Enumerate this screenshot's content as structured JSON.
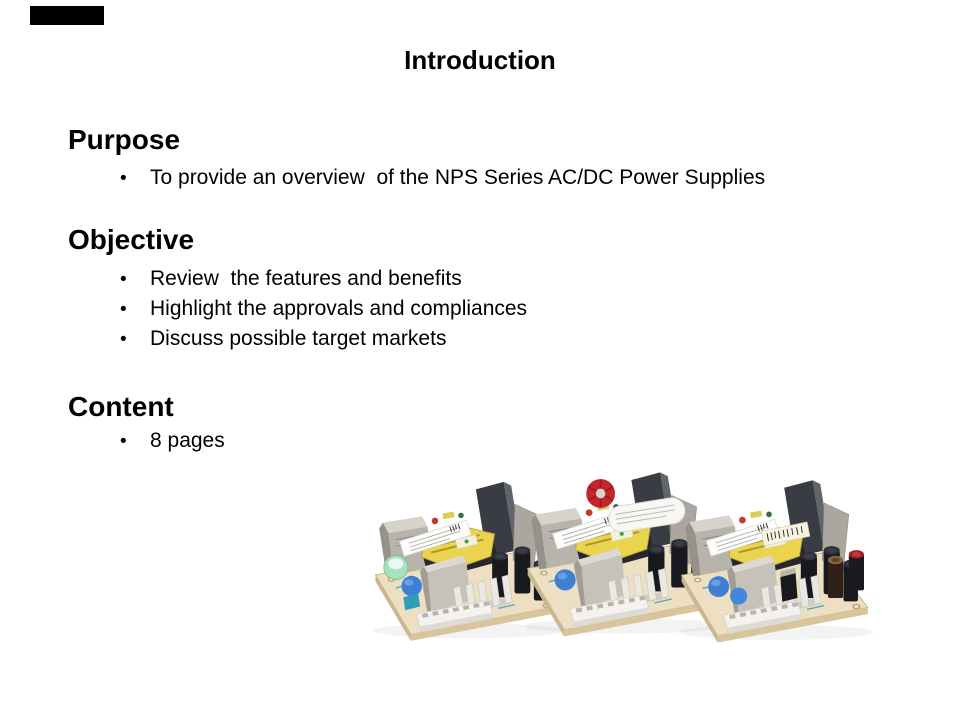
{
  "slide": {
    "title": "Introduction",
    "corner_marker_color": "#000000",
    "sections": [
      {
        "heading": "Purpose",
        "bullets": [
          "To provide an overview  of the NPS Series AC/DC Power Supplies"
        ]
      },
      {
        "heading": "Objective",
        "bullets": [
          "Review  the features and benefits",
          "Highlight the approvals and compliances",
          "Discuss possible target markets"
        ]
      },
      {
        "heading": "Content",
        "bullets": [
          "8 pages"
        ]
      }
    ],
    "figure": {
      "alt": "Photo of three NPS Series open-frame AC/DC power supply circuit boards",
      "pcb_color": "#ecdfc2",
      "capacitor_color": "#17191e",
      "transformer_color": "#e9d34f",
      "inductor_color": "#3e7fd4",
      "toroid_color": "#c5262b",
      "heatsink_color": "#eae8e2"
    }
  }
}
